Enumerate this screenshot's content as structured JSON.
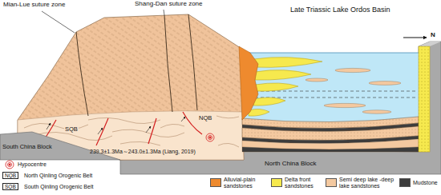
{
  "diagram": {
    "labels": [
      "Mian-Lue suture zone",
      "Shang-Dan suture zone",
      "Late Triassic Lake Ordos Basin",
      "N",
      "South China Block",
      "NQB",
      "SQB",
      "239.3±1.3Ma～243.0±1.3Ma (Liang, 2019)",
      "North China Block",
      "NQB",
      "SQB"
    ],
    "legend": [
      {
        "text": "Hypocentre"
      },
      {
        "text": "North Qinling Orogenic Belt"
      },
      {
        "text": "South Qinling Orogenic Belt"
      },
      {
        "text": "Alluvial-plain sandstones",
        "color": "#ee8a2e"
      },
      {
        "text": "Delta front sandstones",
        "color": "#f6e94e"
      },
      {
        "text": "Semi deep lake -deep lake sandstones",
        "color": "#f4c9a0"
      },
      {
        "text": "Mudstone",
        "color": "#3c3c3c"
      }
    ]
  }
}
